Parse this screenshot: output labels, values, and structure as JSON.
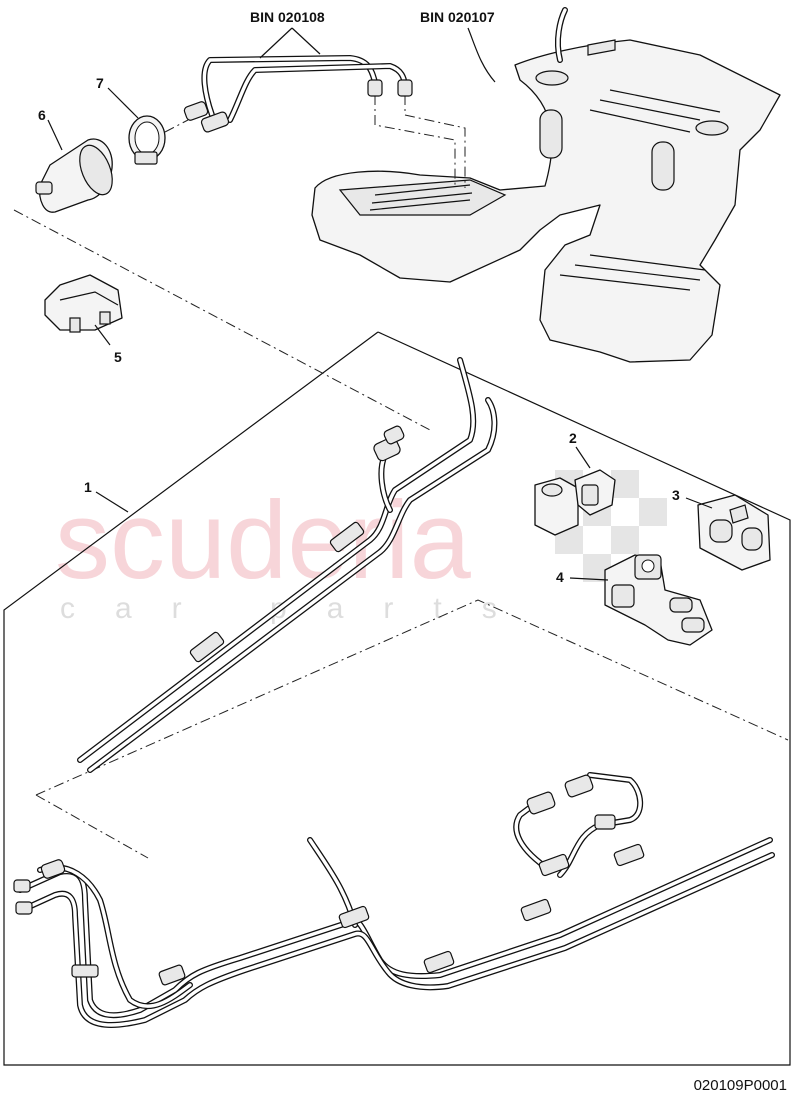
{
  "watermark": {
    "brand": "scuderia",
    "subtitle": "car parts"
  },
  "bin_labels": [
    "BIN 020108",
    "BIN 020107"
  ],
  "callouts": {
    "c1": "1",
    "c2": "2",
    "c3": "3",
    "c4": "4",
    "c5": "5",
    "c6": "6",
    "c7": "7"
  },
  "reference_code": "020109P0001"
}
